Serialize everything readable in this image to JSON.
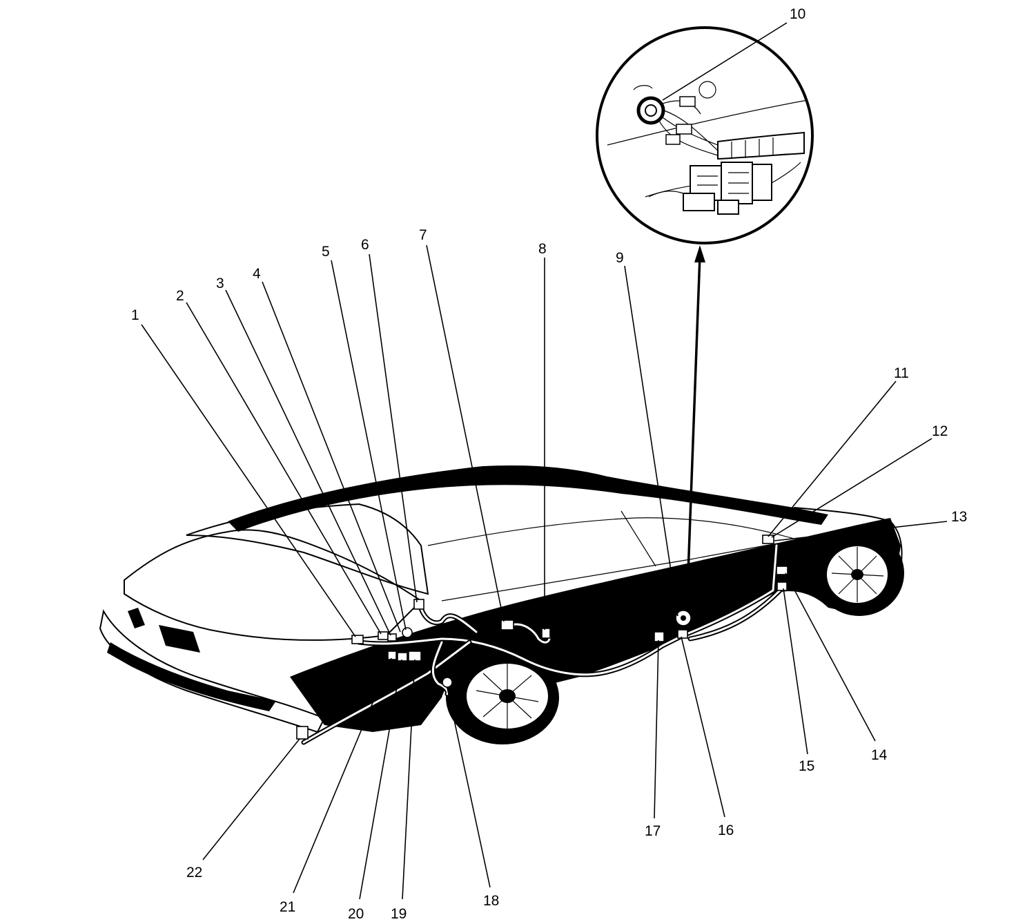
{
  "callouts": [
    {
      "id": "1",
      "text": "1"
    },
    {
      "id": "2",
      "text": "2"
    },
    {
      "id": "3",
      "text": "3"
    },
    {
      "id": "4",
      "text": "4"
    },
    {
      "id": "5",
      "text": "5"
    },
    {
      "id": "6",
      "text": "6"
    },
    {
      "id": "7",
      "text": "7"
    },
    {
      "id": "8",
      "text": "8"
    },
    {
      "id": "9",
      "text": "9"
    },
    {
      "id": "10",
      "text": "10"
    },
    {
      "id": "11",
      "text": "11"
    },
    {
      "id": "12",
      "text": "12"
    },
    {
      "id": "13",
      "text": "13"
    },
    {
      "id": "14",
      "text": "14"
    },
    {
      "id": "15",
      "text": "15"
    },
    {
      "id": "16",
      "text": "16"
    },
    {
      "id": "17",
      "text": "17"
    },
    {
      "id": "18",
      "text": "18"
    },
    {
      "id": "19",
      "text": "19"
    },
    {
      "id": "20",
      "text": "20"
    },
    {
      "id": "21",
      "text": "21"
    },
    {
      "id": "22",
      "text": "22"
    }
  ],
  "colors": {
    "ink": "#000000",
    "paper": "#ffffff"
  }
}
